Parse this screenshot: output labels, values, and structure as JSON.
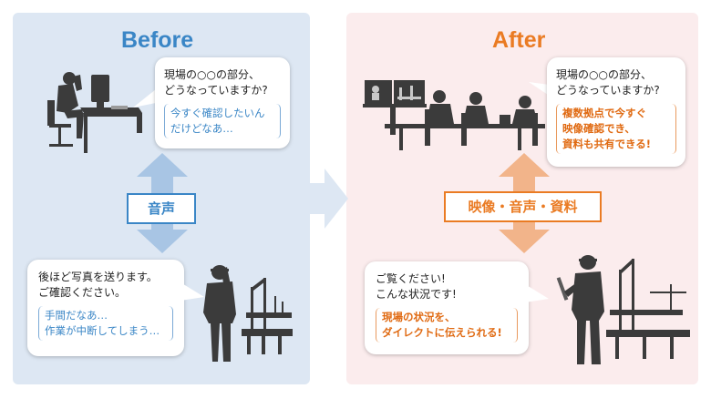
{
  "before": {
    "title": "Before",
    "label": "音声",
    "top_bubble": {
      "line1": "現場の○○の部分、",
      "line2": "どうなっていますか?",
      "note1": "今すぐ確認したいん",
      "note2": "だけどなあ…"
    },
    "bottom_bubble": {
      "line1": "後ほど写真を送ります。",
      "line2": "ご確認ください。",
      "note1": "手間だなあ…",
      "note2": "作業が中断してしまう…"
    }
  },
  "after": {
    "title": "After",
    "label": "映像・音声・資料",
    "top_bubble": {
      "line1": "現場の○○の部分、",
      "line2": "どうなっていますか?",
      "note1": "複数拠点で今すぐ",
      "note2": "映像確認でき、",
      "note3": "資料も共有できる!"
    },
    "bottom_bubble": {
      "line1": "ご覧ください!",
      "line2": "こんな状況です!",
      "note1": "現場の状況を、",
      "note2": "ダイレクトに伝えられる!"
    }
  },
  "colors": {
    "blue": "#3a86c6",
    "orange": "#ea7b23",
    "before_bg": "#dde7f3",
    "after_bg": "#fbeced",
    "silhouette": "#3b3b3b"
  }
}
